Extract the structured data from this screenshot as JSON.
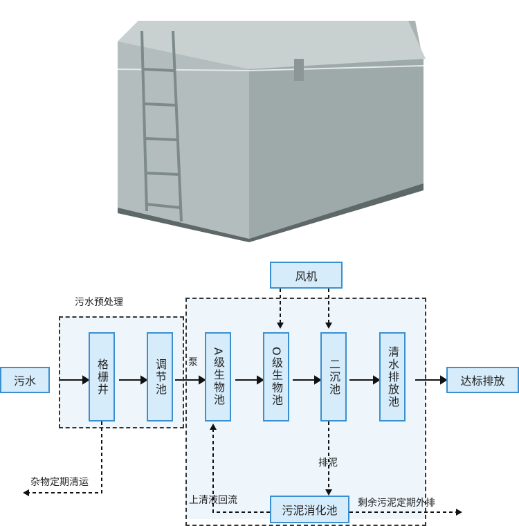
{
  "diagram": {
    "source": "污水",
    "blower": "风机",
    "pretreatment_label": "污水预处理",
    "pump_label": "泵",
    "units": [
      "格栅井",
      "调节池",
      "A级生物池",
      "O级生物池",
      "二沉池",
      "清水排放池"
    ],
    "output": "达标排放",
    "sludge_tank": "污泥消化池",
    "sludge_discharge_label": "排泥",
    "debris_label": "杂物定期清运",
    "supernatant_label": "上清液回流",
    "excess_sludge_label": "剩余污泥定期外排"
  },
  "colors": {
    "box_fill": "#d6ecfa",
    "box_border": "#3a8fd0",
    "region_fill": "#eef6fc"
  }
}
